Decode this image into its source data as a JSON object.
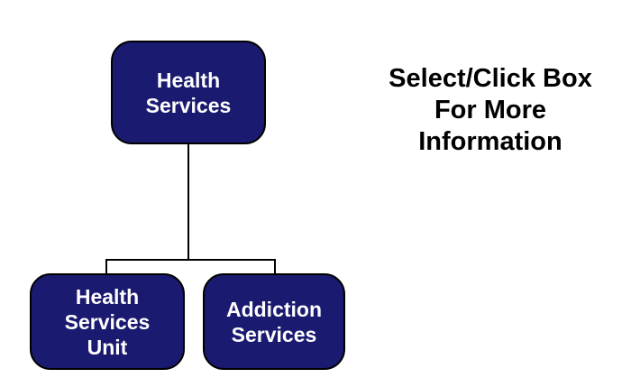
{
  "nodes": {
    "root": {
      "label": "Health\nServices"
    },
    "child_left": {
      "label": "Health\nServices\nUnit"
    },
    "child_right": {
      "label": "Addiction\nServices"
    }
  },
  "note": {
    "text": "Select/Click Box\nFor More\nInformation"
  },
  "colors": {
    "background": "#ffffff",
    "box_fill": "#1a1a70",
    "box_border": "#000000",
    "box_text": "#ffffff",
    "note_text": "#000000",
    "connector": "#000000"
  }
}
